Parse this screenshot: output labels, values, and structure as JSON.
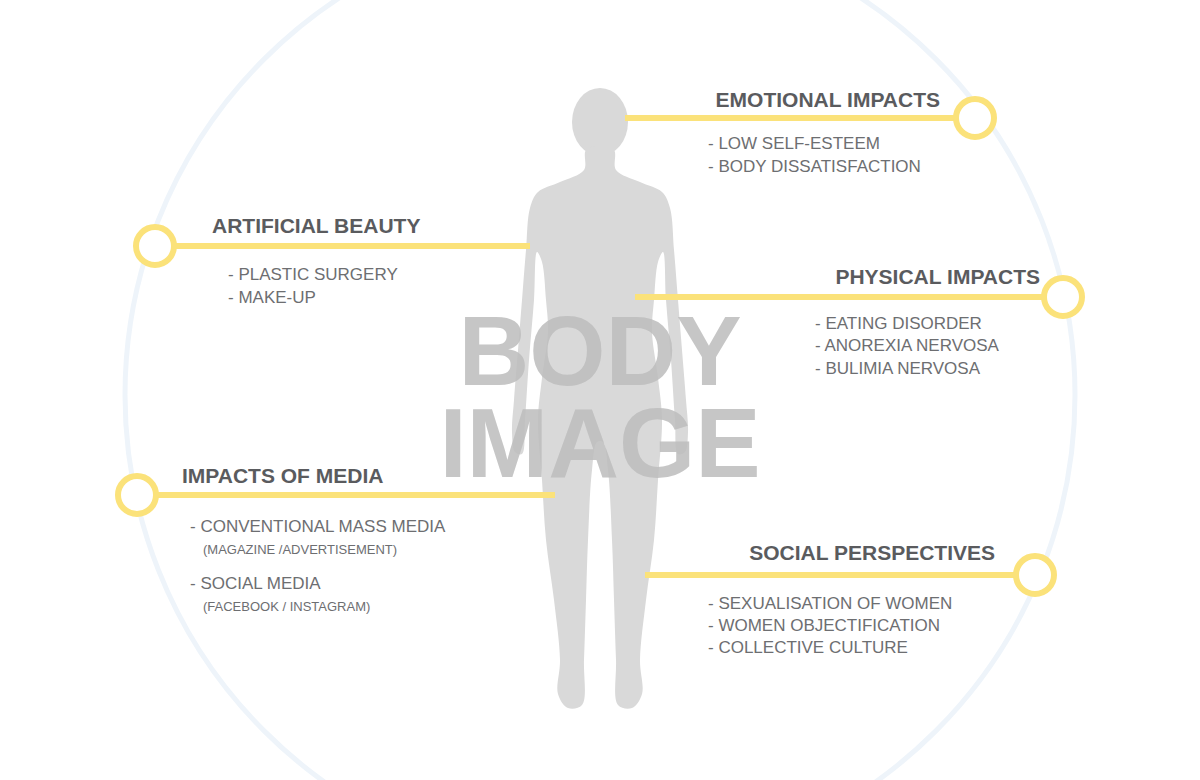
{
  "diagram": {
    "title": "BODY IMAGE",
    "labels": [
      "EMOTIONAL IMPACTS",
      "- LOW SELF-ESTEEM",
      "- BODY DISSATISFACTION",
      "ARTIFICIAL BEAUTY",
      "- PLASTIC SURGERY",
      "- MAKE-UP",
      "PHYSICAL IMPACTS",
      "- EATING DISORDER",
      "- ANOREXIA NERVOSA",
      "- BULIMIA NERVOSA",
      "IMPACTS OF MEDIA",
      "- CONVENTIONAL MASS MEDIA",
      "(MAGAZINE /ADVERTISEMENT)",
      "- SOCIAL MEDIA",
      "(FACEBOOK / INSTAGRAM)",
      "SOCIAL PERSPECTIVES",
      "- SEXUALISATION OF WOMEN",
      "- WOMEN OBJECTIFICATION",
      "- COLLECTIVE CULTURE"
    ]
  }
}
